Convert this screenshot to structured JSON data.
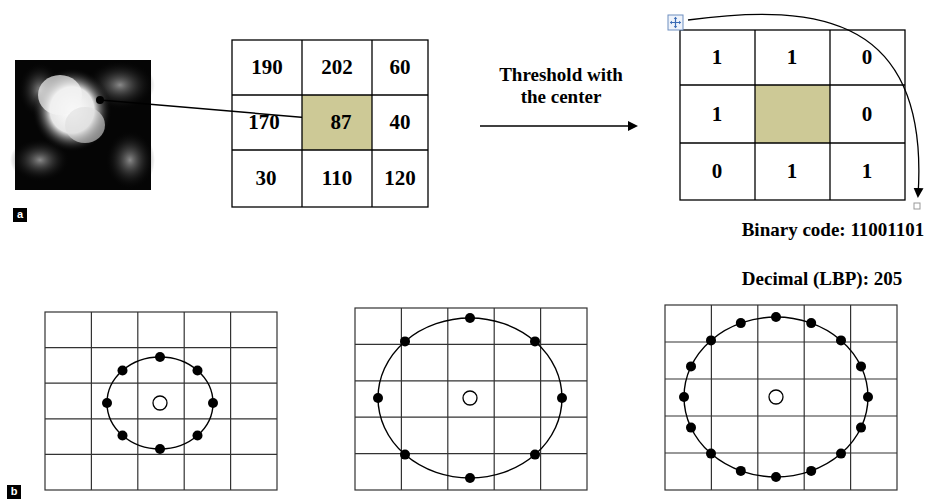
{
  "diagram": {
    "labels": [
      "a",
      "190",
      "202",
      "60",
      "170",
      "87",
      "40",
      "30",
      "110",
      "120",
      "Threshold with the center",
      "1",
      "1",
      "0",
      "1",
      "0",
      "0",
      "1",
      "1",
      "Binary code: 11001101",
      "Decimal (LBP): 205",
      "b"
    ]
  }
}
